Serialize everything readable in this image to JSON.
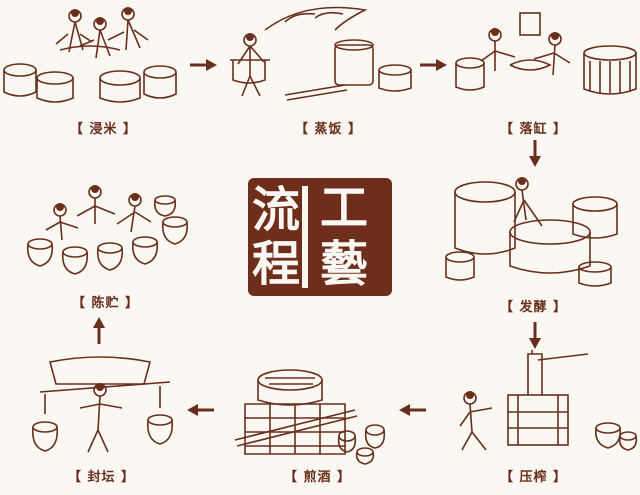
{
  "title": {
    "chars": [
      "流",
      "程",
      "工",
      "藝"
    ]
  },
  "steps": [
    {
      "label": "【 浸米 】"
    },
    {
      "label": "【 蒸饭 】"
    },
    {
      "label": "【 落缸 】"
    },
    {
      "label": "【 发酵 】"
    },
    {
      "label": "【 压榨 】"
    },
    {
      "label": "【 煎酒 】"
    },
    {
      "label": "【 封坛 】"
    },
    {
      "label": "【 陈贮 】"
    }
  ],
  "colors": {
    "ink": "#6a2f1c",
    "seal": "#6f2e1c",
    "paper": "#fbf8f3"
  }
}
